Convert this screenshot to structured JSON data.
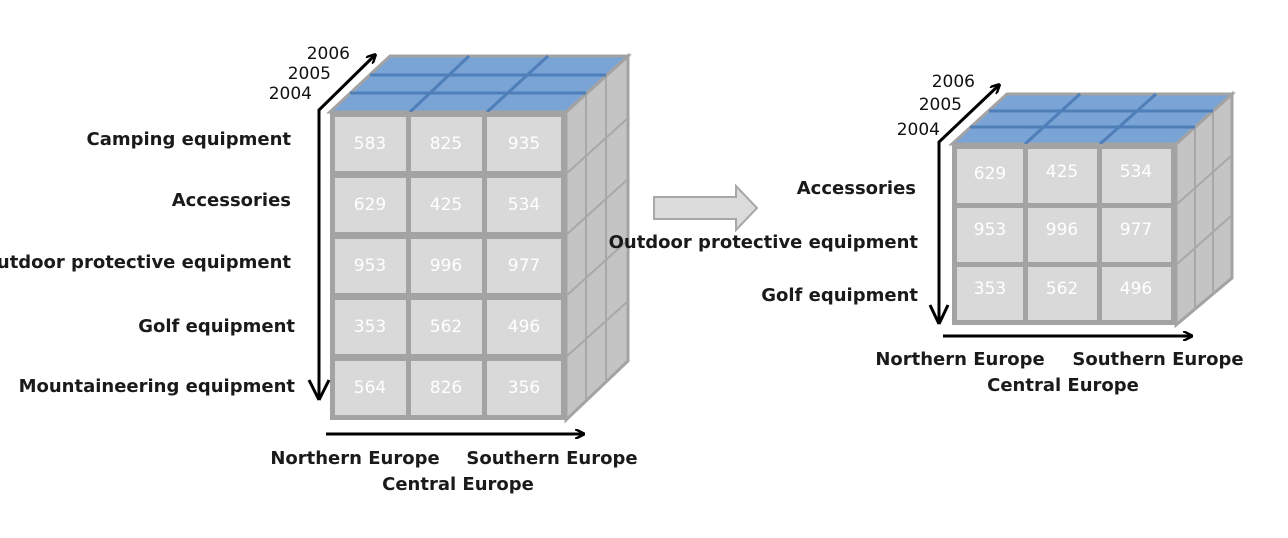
{
  "cube_left": {
    "years": [
      "2006",
      "2005",
      "2004"
    ],
    "rows": [
      {
        "label": "Camping equipment",
        "values": [
          "583",
          "825",
          "935"
        ]
      },
      {
        "label": "Accessories",
        "values": [
          "629",
          "425",
          "534"
        ]
      },
      {
        "label": "Outdoor protective equipment",
        "values": [
          "953",
          "996",
          "977"
        ]
      },
      {
        "label": "Golf equipment",
        "values": [
          "353",
          "562",
          "496"
        ]
      },
      {
        "label": "Mountaineering equipment",
        "values": [
          "564",
          "826",
          "356"
        ]
      }
    ],
    "x_labels": {
      "left": "Northern Europe",
      "right": "Southern Europe",
      "center": "Central Europe"
    }
  },
  "cube_right": {
    "years": [
      "2006",
      "2005",
      "2004"
    ],
    "rows": [
      {
        "label": "Accessories",
        "values": [
          "629",
          "425",
          "534"
        ]
      },
      {
        "label": "Outdoor protective equipment",
        "values": [
          "953",
          "996",
          "977"
        ]
      },
      {
        "label": "Golf equipment",
        "values": [
          "353",
          "562",
          "496"
        ]
      }
    ],
    "x_labels": {
      "left": "Northern Europe",
      "right": "Southern Europe",
      "center": "Central Europe"
    }
  },
  "colors": {
    "frame": "#a3a3a3",
    "cell": "#d9d9d9",
    "top_face": "#7aa3d6",
    "top_grid": "#4f7fb8",
    "side_face": "#c4c4c4",
    "axis": "#000000"
  }
}
